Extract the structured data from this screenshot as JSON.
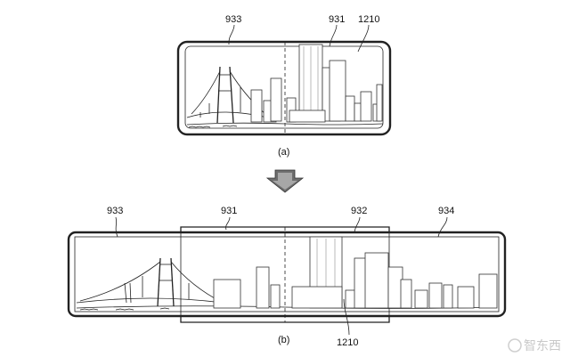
{
  "figure": {
    "panel_a": {
      "caption": "(a)",
      "labels": {
        "left_screen": "933",
        "right_screen": "931",
        "image": "1210"
      }
    },
    "arrow": {
      "direction": "down"
    },
    "panel_b": {
      "caption": "(b)",
      "labels": {
        "outer_left": "933",
        "center_left": "931",
        "center_right": "932",
        "outer_right": "934",
        "image": "1210"
      }
    },
    "watermark": {
      "text": "智东西"
    }
  }
}
